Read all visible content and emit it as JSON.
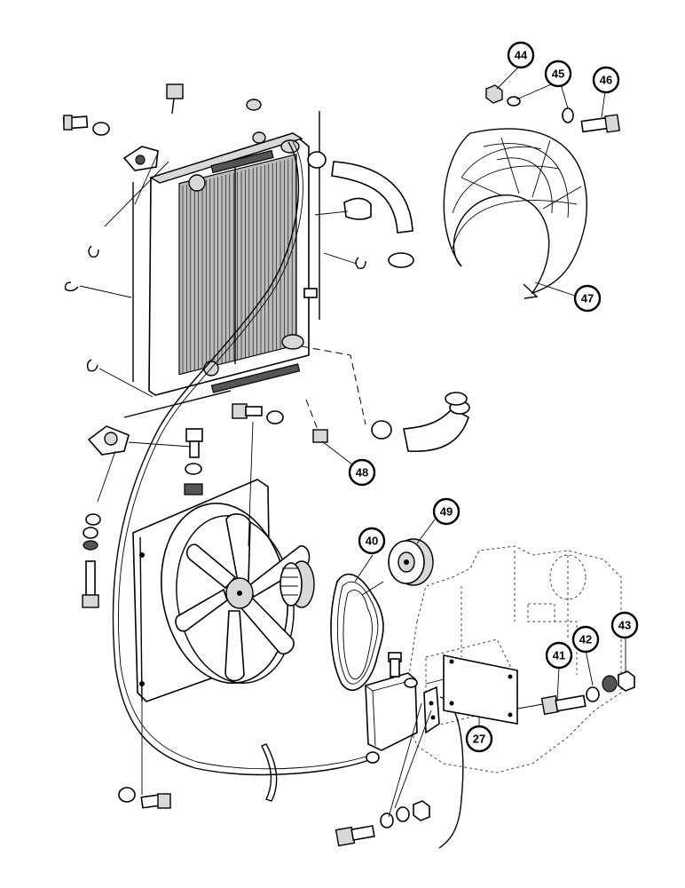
{
  "callouts": [
    {
      "id": "44",
      "label": "44"
    },
    {
      "id": "45",
      "label": "45"
    },
    {
      "id": "46",
      "label": "46"
    },
    {
      "id": "47",
      "label": "47"
    },
    {
      "id": "48",
      "label": "48"
    },
    {
      "id": "49",
      "label": "49"
    },
    {
      "id": "40",
      "label": "40"
    },
    {
      "id": "41",
      "label": "41"
    },
    {
      "id": "42",
      "label": "42"
    },
    {
      "id": "43",
      "label": "43"
    },
    {
      "id": "27",
      "label": "27"
    }
  ]
}
